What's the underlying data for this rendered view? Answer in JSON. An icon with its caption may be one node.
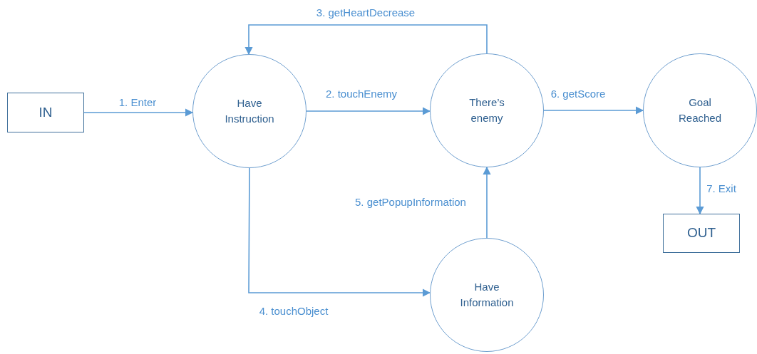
{
  "diagram": {
    "nodes": [
      {
        "text": [
          "IN"
        ]
      },
      {
        "text": [
          "Have Instruction"
        ]
      },
      {
        "text": [
          "There’s enemy"
        ]
      },
      {
        "text": [
          "Goal Reached"
        ]
      },
      {
        "text": [
          "Have Information"
        ]
      },
      {
        "text": [
          "OUT"
        ]
      }
    ],
    "edges": [
      {
        "from": 0,
        "to": 1,
        "arrow": "to",
        "label": "1. Enter"
      },
      {
        "from": 1,
        "to": 2,
        "arrow": "to",
        "label": "2. touchEnemy"
      },
      {
        "from": 2,
        "to": 1,
        "arrow": "to",
        "label": "3. getHeartDecrease"
      },
      {
        "from": 1,
        "to": 4,
        "arrow": "to",
        "label": "4. touchObject"
      },
      {
        "from": 4,
        "to": 2,
        "arrow": "to",
        "label": "5. getPopupInformation"
      },
      {
        "from": 2,
        "to": 3,
        "arrow": "to",
        "label": "6. getScore"
      },
      {
        "from": 3,
        "to": 5,
        "arrow": "to",
        "label": "7. Exit"
      }
    ]
  }
}
